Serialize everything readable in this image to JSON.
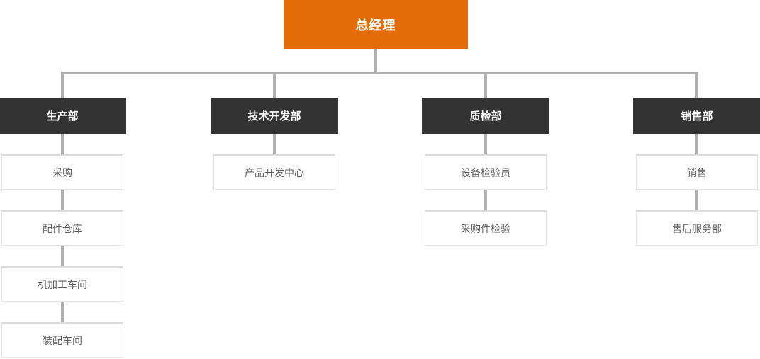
{
  "chart": {
    "type": "org-chart",
    "root_label": "总经理",
    "columns": [
      {
        "dept": "生产部",
        "children": [
          "采购",
          "配件仓库",
          "机加工车间",
          "装配车间"
        ]
      },
      {
        "dept": "技术开发部",
        "children": [
          "产品开发中心"
        ]
      },
      {
        "dept": "质检部",
        "children": [
          "设备检验员",
          "采购件检验"
        ]
      },
      {
        "dept": "销售部",
        "children": [
          "销售",
          "售后服务部"
        ]
      }
    ],
    "colors": {
      "root_bg": "#e26c06",
      "dept_bg": "#333333",
      "connector": "#b0b0b0",
      "child_border": "#e5e5e5",
      "child_border_top": "#dcdcdc",
      "root_text": "#ffffff",
      "dept_text": "#ffffff",
      "child_text": "#5a5a5a"
    }
  }
}
